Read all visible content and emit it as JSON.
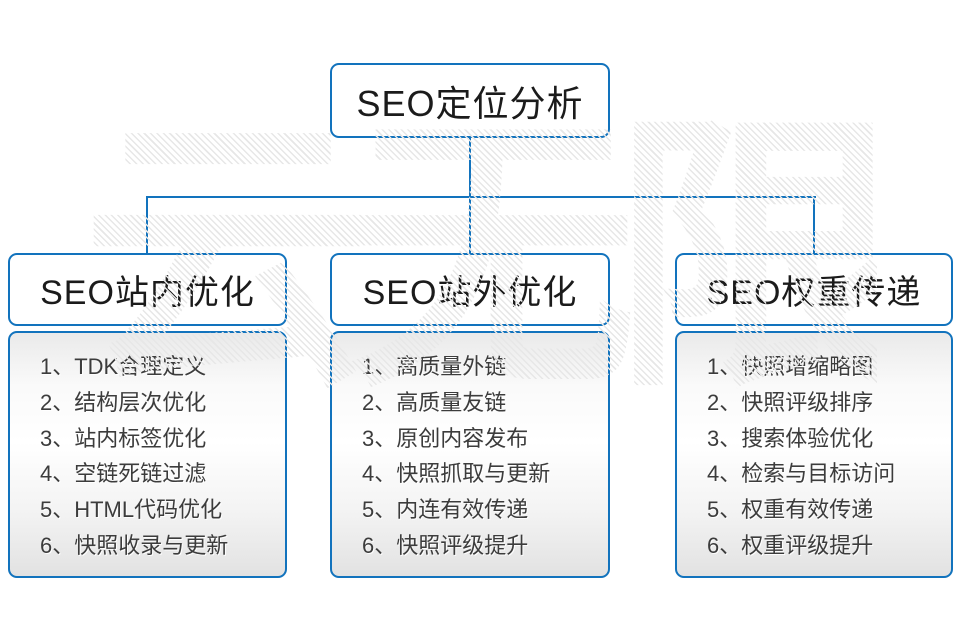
{
  "diagram": {
    "root": {
      "label": "SEO定位分析"
    },
    "branches": [
      {
        "label": "SEO站内优化",
        "items": [
          "1、TDK合理定义",
          "2、结构层次优化",
          "3、站内标签优化",
          "4、空链死链过滤",
          "5、HTML代码优化",
          "6、快照收录与更新"
        ]
      },
      {
        "label": "SEO站外优化",
        "items": [
          "1、高质量外链",
          "2、高质量友链",
          "3、原创内容发布",
          "4、快照抓取与更新",
          "5、内连有效传递",
          "6、快照评级提升"
        ]
      },
      {
        "label": "SEO权重传递",
        "items": [
          "1、快照增缩略图",
          "2、快照评级排序",
          "3、搜索体验优化",
          "4、检索与目标访问",
          "5、权重有效传递",
          "6、权重评级提升"
        ]
      }
    ]
  },
  "watermark": {
    "text": "云无限"
  },
  "colors": {
    "line_blue": "#1273bd",
    "panel_gray": "#e2e2e2",
    "text_dark": "#1b1b1b",
    "list_text": "#3c3c3c",
    "watermark_gray": "#e7e7e7"
  }
}
